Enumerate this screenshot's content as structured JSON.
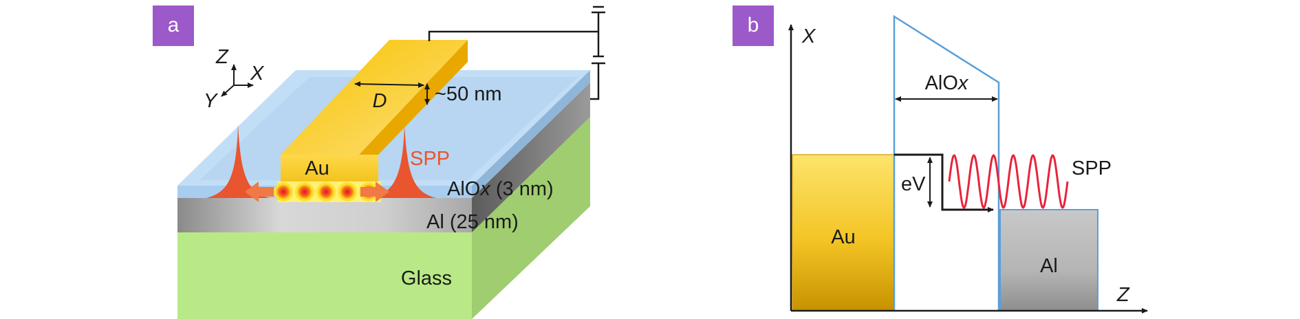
{
  "panel_a": {
    "tag": "a",
    "axes": {
      "z": "Z",
      "x": "X",
      "y": "Y"
    },
    "width_symbol": "D",
    "thickness_label": "~50 nm",
    "electrode_label": "Au",
    "spp_label": "SPP",
    "oxide_label_prefix": "AlO",
    "oxide_label_italic": "x",
    "oxide_label_suffix": " (3 nm)",
    "al_layer_label": "Al (25 nm)",
    "substrate_label": "Glass"
  },
  "panel_b": {
    "tag": "b",
    "x_axis": "X",
    "z_axis": "Z",
    "barrier_label_prefix": "AlO",
    "barrier_label_italic": "x",
    "bias_label": "eV",
    "spp_label": "SPP",
    "au_label": "Au",
    "al_label": "Al"
  },
  "colors": {
    "panel_tag": "#9b59c9",
    "au_light": "#fde36a",
    "au_dark": "#e0a400",
    "oxide_blue": "#b9d9f5",
    "glass_green": "#b8e986",
    "spp_red": "#e8233a",
    "barrier_line": "#5a9fd8"
  }
}
